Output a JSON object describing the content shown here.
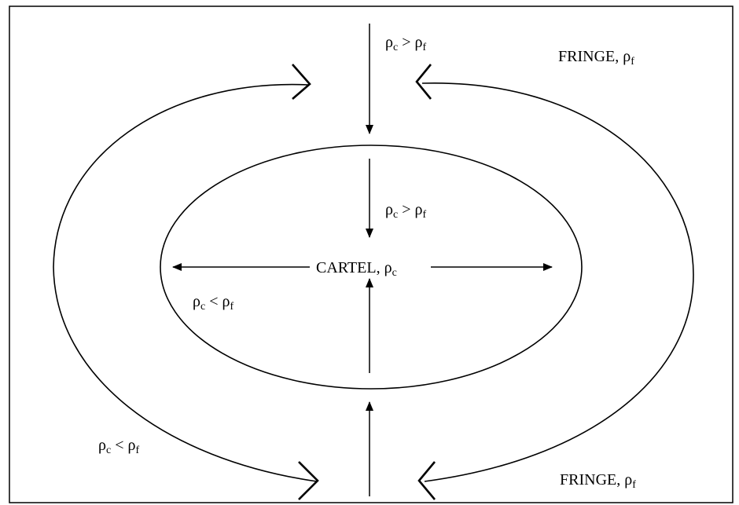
{
  "labels": {
    "fringe_top": "FRINGE, ρ",
    "fringe_top_sub": "f",
    "fringe_bottom": "FRINGE, ρ",
    "fringe_bottom_sub": "f",
    "cartel": "CARTEL, ρ",
    "cartel_sub": "c",
    "rel_top_outer": {
      "a": "ρ",
      "a_sub": "c",
      "op": " > ",
      "b": "ρ",
      "b_sub": "f"
    },
    "rel_top_inner": {
      "a": "ρ",
      "a_sub": "c",
      "op": " > ",
      "b": "ρ",
      "b_sub": "f"
    },
    "rel_inner_left": {
      "a": "ρ",
      "a_sub": "c",
      "op": " < ",
      "b": "ρ",
      "b_sub": "f"
    },
    "rel_outer_left": {
      "a": "ρ",
      "a_sub": "c",
      "op": " < ",
      "b": "ρ",
      "b_sub": "f"
    }
  },
  "colors": {
    "line": "#000000",
    "background": "#ffffff"
  }
}
